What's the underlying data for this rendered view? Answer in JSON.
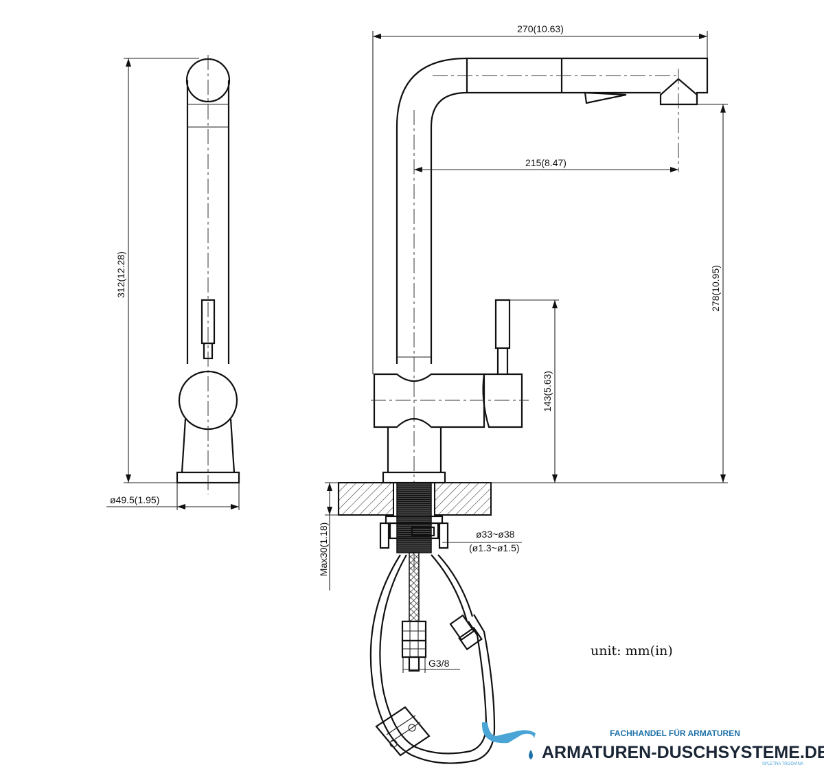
{
  "dimensions": {
    "overall_width": "270(10.63)",
    "spout_reach": "215(8.47)",
    "spout_height": "278(10.95)",
    "total_height": "312(12.28)",
    "base_to_lever": "143(5.63)",
    "base_diameter": "ø49.5(1.95)",
    "hole_diameter_mm": "ø33~ø38",
    "hole_diameter_in": "(ø1.3~ø1.5)",
    "max_counter_thickness": "Max30(1.18)",
    "connection_thread": "G3/8"
  },
  "unit_note": "unit:  mm(in)",
  "logo": {
    "tagline": "FACHHANDEL FÜR ARMATUREN",
    "name": "ARMATUREN-DUSCHSYSTEME.DE",
    "sub": "SPLETNA TRGOVINA",
    "brand_color": "#1f72a8",
    "accent_color": "#4aa5d6"
  }
}
